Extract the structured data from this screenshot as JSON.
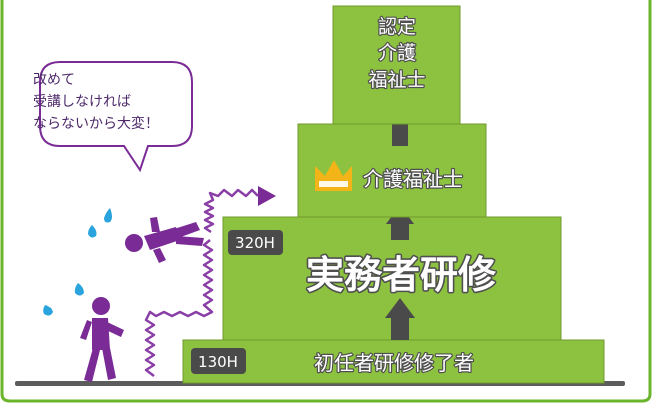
{
  "colors": {
    "frame": "#6bb52c",
    "tier_green": "#8cc23f",
    "tier_edge": "#6f9a2c",
    "arrow": "#4a4a4a",
    "badge": "#4a4a4a",
    "figure": "#7a2b96",
    "drops": "#2aa4dd",
    "wave": "#8a3fa6",
    "crown": "#f2b417",
    "ground": "#5c5c5c"
  },
  "pyramid": {
    "top": {
      "line1": "認定",
      "line2": "介護",
      "line3": "福祉士"
    },
    "tier2": {
      "label": "介護福祉士",
      "icon": "crown-icon"
    },
    "tier3": {
      "label": "実務者研修",
      "hours": "320H"
    },
    "tier4": {
      "label": "初任者研修修了者",
      "hours": "130H"
    }
  },
  "bubble": {
    "line1": "改めて",
    "line2": "受講しなければ",
    "line3": "ならないから大変！"
  }
}
